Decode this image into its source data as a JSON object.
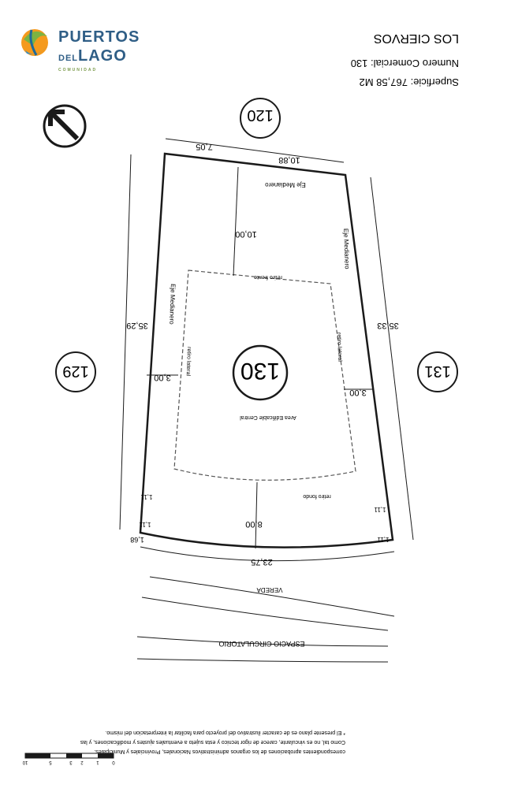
{
  "brand": {
    "line1": "PUERTOS",
    "line2_small": "DEL",
    "line2": "LAGO",
    "tagline": "COMUNIDAD"
  },
  "header": {
    "neighborhood": "LOS CIERVOS",
    "lot_number_label": "Numero Comercial: 130",
    "area_label": "Superficie: 767,58 M2"
  },
  "lots": {
    "main": "130",
    "north": "120",
    "west": "129",
    "east": "131"
  },
  "dimensions": {
    "top_left": "7,05",
    "top_right": "10,88",
    "front_setback": "10,00",
    "left_side": "35,29",
    "right_side": "35,33",
    "left_setback": "3,00",
    "right_setback": "3,00",
    "rear_setback": "8,00",
    "bottom": "23,75",
    "small_bl1": "1,68",
    "small_bl2": "1,11",
    "small_br": "1,11",
    "small_l": "1,11",
    "small_r": "1,11"
  },
  "labels": {
    "top_edge": "Eje Medianero",
    "left_edge": "Eje Medianero",
    "right_edge": "Eje Medianero",
    "inner_top": "retiro frente",
    "inner_left": "retiro lateral",
    "inner_right": "retiro lateral",
    "inner_bottom": "retiro fondo",
    "buildable": "Area Edificable Central",
    "street": "VEREDA",
    "circulation": "ESPACIO CIRCULATORIO"
  },
  "footnote": {
    "line1": "* El presente plano es de caracter ilustrativo del proyecto para facilitar la interpretacion del mismo.",
    "line2": "Como tal, no es vinculante, carece de rigor tecnico y esta sujeto a eventuales ajustes y modificaciones, y las",
    "line3": "correspondientes aprobaciones de los organos administrativos Nacionales, Provinciales y Municipales."
  },
  "scale_bar": {
    "ticks": [
      "0",
      "1",
      "2",
      "3",
      "5",
      "10"
    ]
  },
  "colors": {
    "ink": "#1a1a1a",
    "brand_blue": "#2f5e86",
    "brand_green": "#7cb342",
    "brand_orange": "#f59a1d"
  }
}
